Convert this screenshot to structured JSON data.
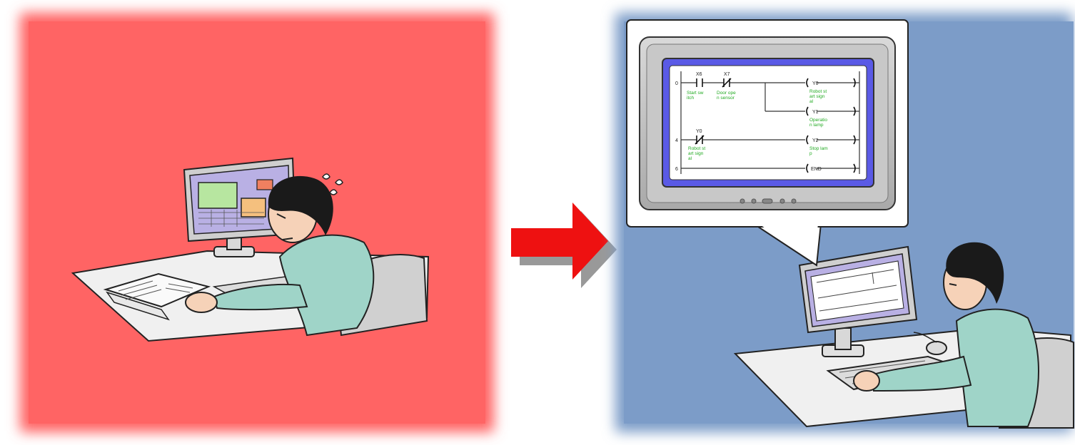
{
  "colors": {
    "left_panel": "#ff6464",
    "right_panel": "#7c9cc8",
    "arrow": "#ee1111",
    "ladder_text": "#22aa22",
    "screen_frame": "#5a5ae6"
  },
  "ladder": {
    "rung1": {
      "step": "0",
      "contact1": {
        "device": "X6",
        "comment": [
          "Start sw",
          "itch"
        ]
      },
      "contact2": {
        "device": "X7",
        "comment": [
          "Door ope",
          "n sensor"
        ]
      },
      "coil1": {
        "device": "Y0",
        "comment": [
          "Robot st",
          "art sign",
          "al"
        ]
      },
      "coil2": {
        "device": "Y1",
        "comment": [
          "Operatio",
          "n lamp"
        ]
      }
    },
    "rung2": {
      "step": "4",
      "contact": {
        "device": "Y0",
        "comment": [
          "Robot st",
          "art sign",
          "al"
        ]
      },
      "coil": {
        "device": "Y2",
        "comment": [
          "Stop lam",
          "p"
        ]
      }
    },
    "rung3": {
      "step": "6",
      "instruction": "END"
    }
  },
  "icons": {
    "arrow": "right-arrow-icon",
    "sweat": "sweat-drops-icon",
    "mouse": "mouse-icon"
  }
}
